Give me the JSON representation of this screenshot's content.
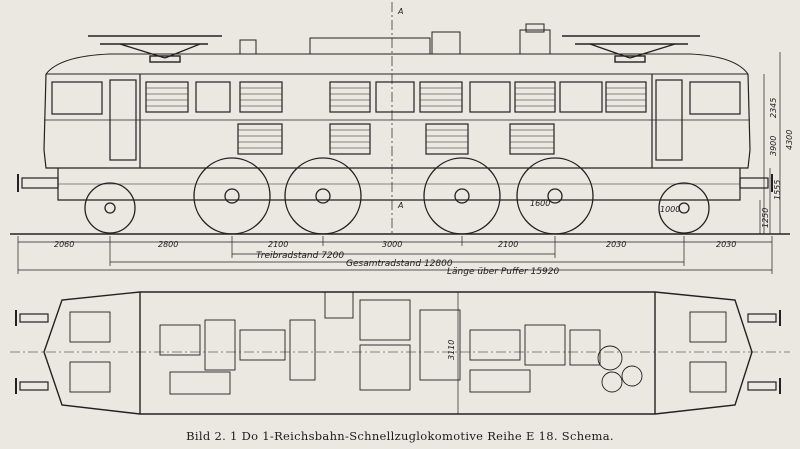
{
  "caption": "Bild 2.  1 Do 1-Reichsbahn-Schnellzuglokomotive Reihe E 18.  Schema.",
  "section_mark": "A",
  "wheel_labels": {
    "driving": "1600",
    "carrying": "1000"
  },
  "dimensions_horizontal": {
    "row1": [
      "2060",
      "2800",
      "2100",
      "3000",
      "2100",
      "2030",
      "2030"
    ],
    "treibradstand": "Treibradstand  7200",
    "gesamtradstand": "Gesamtradstand 12800",
    "laenge": "Länge über Puffer  15920"
  },
  "dimensions_vertical": {
    "total_height": "4300",
    "height_3900": "3900",
    "height_2345": "2345",
    "buffer_1555": "1555",
    "buffer_1250": "1250"
  },
  "plan_view": {
    "width": "3110"
  },
  "colors": {
    "paper": "#ebe8e1",
    "ink": "#1c1c1c"
  }
}
